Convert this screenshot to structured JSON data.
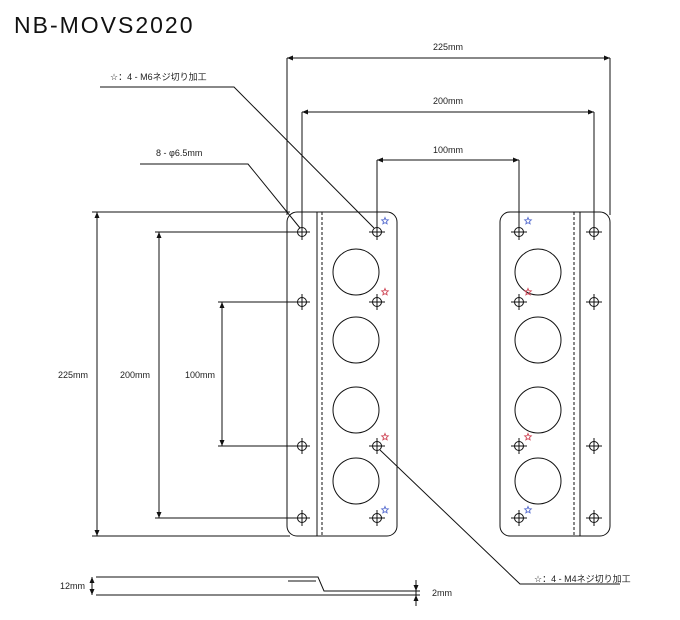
{
  "title": "NB-MOVS2020",
  "dims": {
    "top_225": "225mm",
    "top_200": "200mm",
    "top_100": "100mm",
    "left_225": "225mm",
    "left_200": "200mm",
    "left_100": "100mm",
    "side_12": "12mm",
    "side_2": "2mm"
  },
  "callouts": {
    "m6": "☆：4 - M6ネジ切り加工",
    "hole": "8 - φ6.5mm",
    "m4": "☆：4 - M4ネジ切り加工"
  },
  "colors": {
    "m6_star": "#5a6fd0",
    "m4_star": "#d04a5a",
    "line": "#111111"
  }
}
